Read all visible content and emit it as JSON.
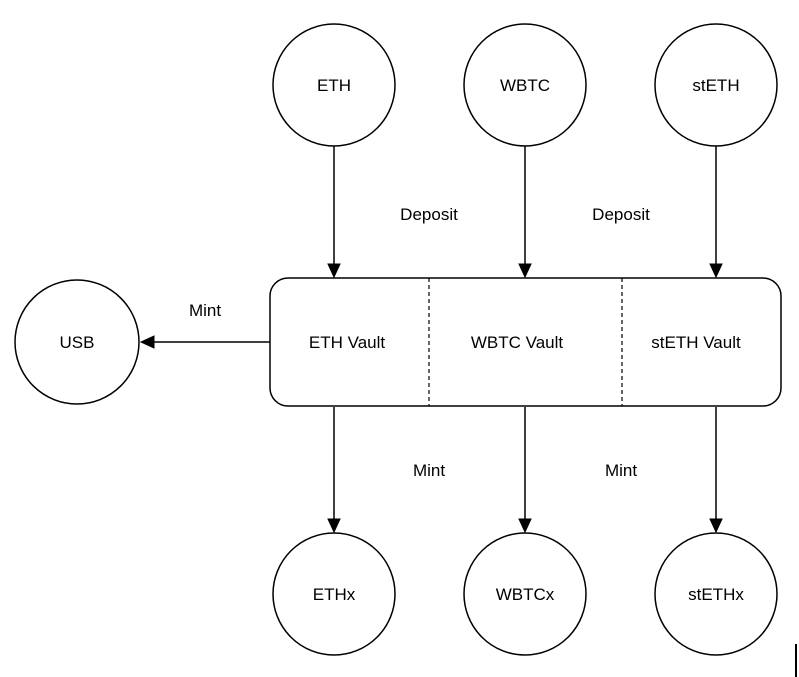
{
  "nodes": {
    "eth": "ETH",
    "wbtc": "WBTC",
    "steth": "stETH",
    "usb": "USB",
    "ethx": "ETHx",
    "wbtcx": "WBTCx",
    "stethx": "stETHx"
  },
  "vaults": {
    "eth": "ETH Vault",
    "wbtc": "WBTC Vault",
    "steth": "stETH Vault"
  },
  "edge_labels": {
    "deposit_left": "Deposit",
    "deposit_right": "Deposit",
    "mint_usb": "Mint",
    "mint_left": "Mint",
    "mint_right": "Mint"
  }
}
